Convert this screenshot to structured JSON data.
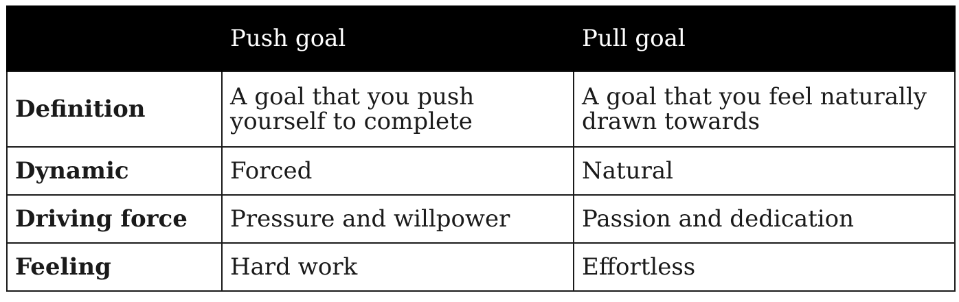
{
  "table": {
    "columns": [
      "",
      "Push goal",
      "Pull goal"
    ],
    "rows": [
      {
        "label": "Definition",
        "push": "A goal that you push yourself to complete",
        "pull": "A goal that you feel naturally drawn towards"
      },
      {
        "label": "Dynamic",
        "push": "Forced",
        "pull": "Natural"
      },
      {
        "label": "Driving force",
        "push": "Pressure and willpower",
        "pull": "Passion and dedication"
      },
      {
        "label": "Feeling",
        "push": "Hard work",
        "pull": "Effortless"
      }
    ]
  },
  "colors": {
    "header_background": "#000000",
    "header_text": "#ffffff",
    "border": "#1a1a1a",
    "body_text": "#1a1a1a"
  }
}
